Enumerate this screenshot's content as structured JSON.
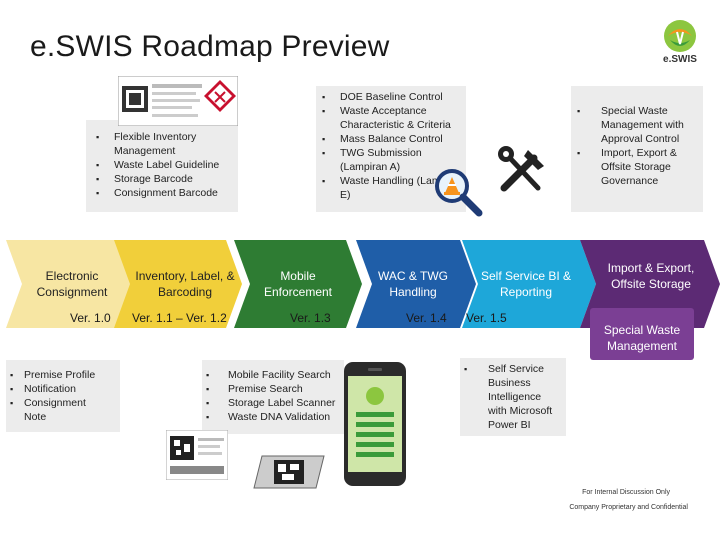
{
  "title": "e.SWIS Roadmap Preview",
  "logo": {
    "text": "e.SWIS"
  },
  "top_box_1": {
    "items": [
      "Flexible Inventory Management",
      "Waste Label Guideline",
      "Storage Barcode",
      "Consignment Barcode"
    ]
  },
  "top_box_2": {
    "items": [
      "DOE Baseline Control",
      "Waste Acceptance Characteristic & Criteria",
      "Mass Balance Control",
      "TWG Submission (Lampiran A)",
      "Waste Handling (Lampiran E)"
    ]
  },
  "top_box_3": {
    "items": [
      "Special Waste Management with Approval Control",
      "Import, Export & Offsite Storage Governance"
    ]
  },
  "stages": [
    {
      "label": "Electronic Consignment",
      "color": "#f7e6a3",
      "text_color": "#222222"
    },
    {
      "label": "Inventory, Label, & Barcoding",
      "color": "#f1cf3a",
      "text_color": "#222222"
    },
    {
      "label": "Mobile Enforcement",
      "color": "#2e7c33",
      "text_color": "#ffffff"
    },
    {
      "label": "WAC & TWG Handling",
      "color": "#1f5ea8",
      "text_color": "#ffffff"
    },
    {
      "label": "Self Service BI & Reporting",
      "color": "#1ea7d9",
      "text_color": "#ffffff"
    },
    {
      "label": "Import & Export, Offsite Storage",
      "color": "#5c2a74",
      "text_color": "#ffffff"
    }
  ],
  "versions": [
    "Ver. 1.0",
    "Ver. 1.1 – Ver. 1.2",
    "Ver. 1.3",
    "Ver. 1.4",
    "Ver. 1.5"
  ],
  "special_waste": {
    "label": "Special Waste Management",
    "color": "#7b3f94"
  },
  "bottom_list_1": {
    "items": [
      "Premise Profile",
      "Notification",
      "Consignment Note"
    ]
  },
  "bottom_list_2": {
    "items": [
      "Mobile Facility Search",
      "Premise Search",
      "Storage Label Scanner",
      "Waste DNA Validation"
    ]
  },
  "bottom_list_3": {
    "items": [
      "Self Service Business Intelligence with Microsoft Power BI"
    ]
  },
  "footnotes": [
    "For Internal Discussion Only",
    "Company Proprietary and Confidential"
  ],
  "icons": [
    "hazard-label-icon",
    "magnifier-icon",
    "tools-icon",
    "barcode-label-icon",
    "qr-card-icon",
    "smartphone-icon"
  ]
}
